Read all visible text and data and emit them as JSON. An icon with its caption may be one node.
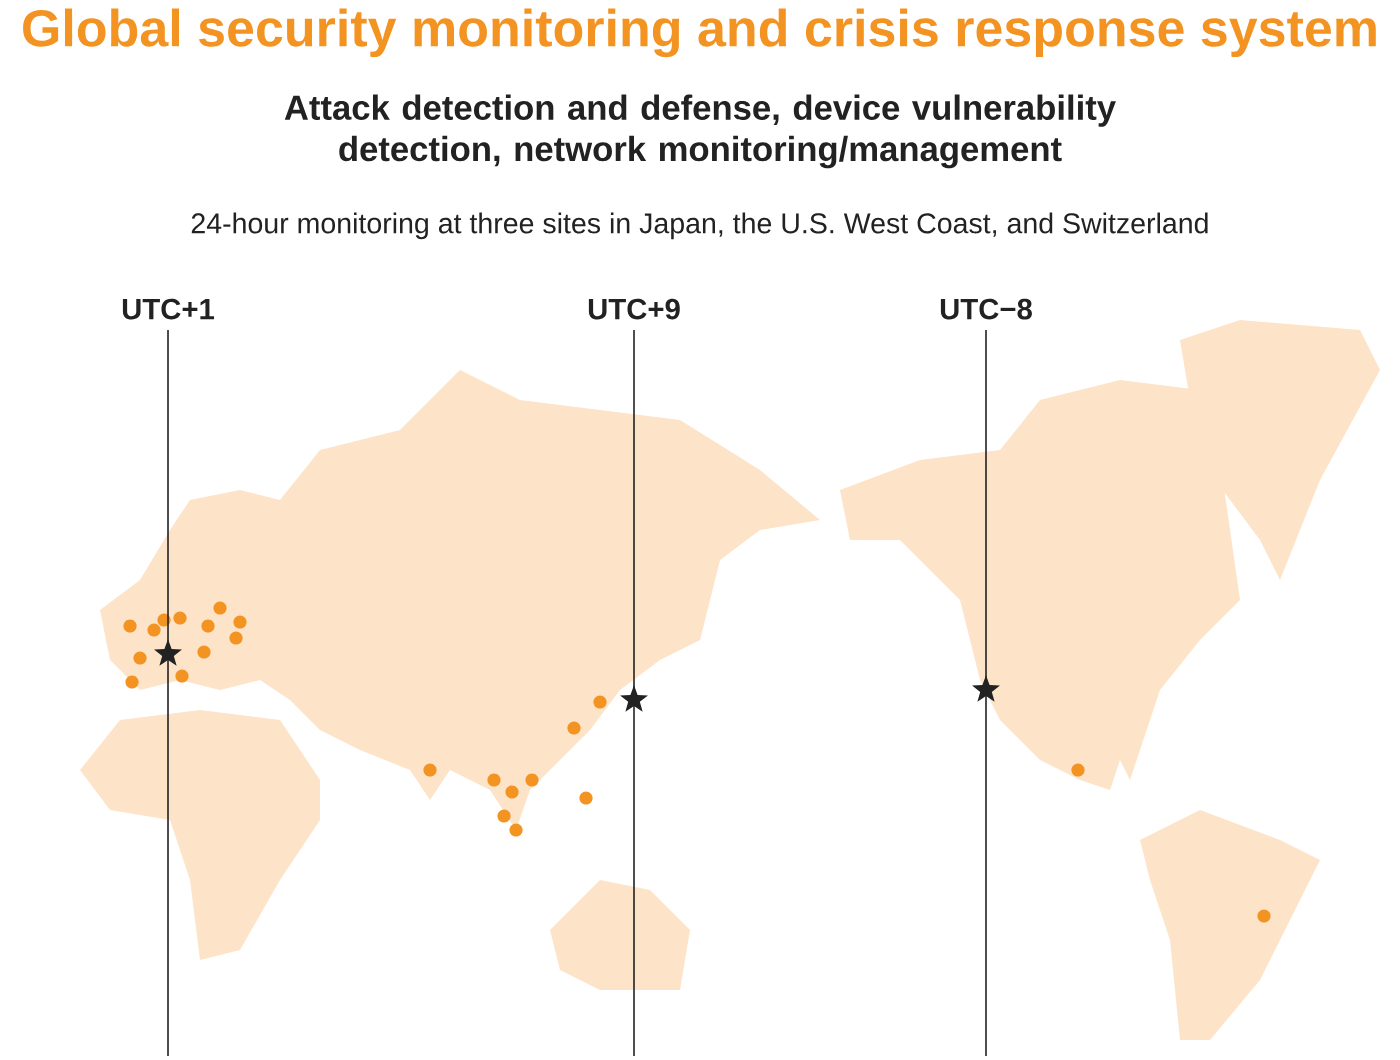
{
  "diagram": {
    "title": "Global security monitoring and crisis response system",
    "labels": [
      "Attack detection and defense, device vulnerability detection, network monitoring/management",
      "24-hour monitoring at three sites in Japan, the U.S. West Coast, and Switzerland",
      "UTC+1",
      "UTC+9",
      "UTC−8"
    ]
  }
}
